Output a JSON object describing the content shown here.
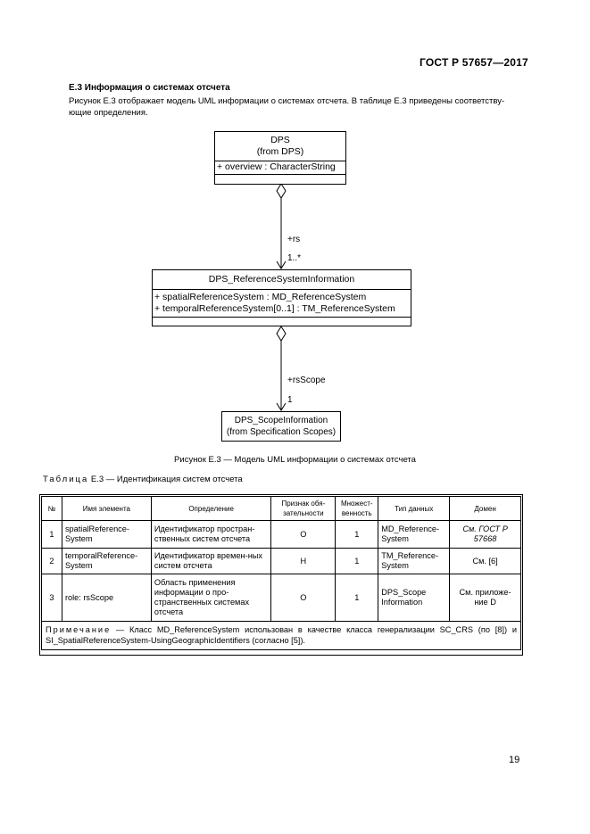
{
  "header": {
    "standard": "ГОСТ Р 57657—2017"
  },
  "section": {
    "heading": "Е.3 Информация о системах отсчета",
    "paragraph_line1": "Рисунок Е.3 отображает модель UML информации о системах отсчета. В таблице Е.3 приведены соответству-",
    "paragraph_line2": "ющие определения."
  },
  "diagram": {
    "dps": {
      "name": "DPS",
      "source": "(from DPS)",
      "attribute": "+ overview : CharacterString"
    },
    "assoc1": {
      "role": "+rs",
      "multiplicity": "1..*"
    },
    "rsi": {
      "name": "DPS_ReferenceSystemInformation",
      "attr1": "+ spatialReferenceSystem : MD_ReferenceSystem",
      "attr2": "+ temporalReferenceSystem[0..1] : TM_ReferenceSystem"
    },
    "assoc2": {
      "role": "+rsScope",
      "multiplicity": "1"
    },
    "scope": {
      "name": "DPS_ScopeInformation",
      "source": "(from Specification Scopes)"
    },
    "caption": "Рисунок Е.3 — Модель UML информации о системах отсчета"
  },
  "table": {
    "label": "Таблица",
    "caption": "Е.3 — Идентификация систем отсчета",
    "headers": [
      "№",
      "Имя элемента",
      "Определение",
      "Признак обя-зательности",
      "Множест-венность",
      "Тип данных",
      "Домен"
    ],
    "rows": [
      {
        "n": "1",
        "name": "spatialReference-System",
        "def": "Идентификатор простран-ственных систем отсчета",
        "obl": "О",
        "mult": "1",
        "type": "MD_Reference-System",
        "domain": "См. ГОСТ Р 57668"
      },
      {
        "n": "2",
        "name": "temporalReference-System",
        "def": "Идентификатор времен-ных систем отсчета",
        "obl": "Н",
        "mult": "1",
        "type": "TM_Reference-System",
        "domain": "См. [6]"
      },
      {
        "n": "3",
        "name": "role: rsScope",
        "def": "Область применения информации о про-странственных системах отсчета",
        "obl": "О",
        "mult": "1",
        "type": "DPS_Scope Information",
        "domain": "См. приложе-ние D"
      }
    ],
    "note_label": "Примечание",
    "note_text": " — Класс MD_ReferenceSystem использован в качестве класса генерализации SC_CRS (по [8]) и SI_SpatialReferenceSystem-UsingGeographicIdentifiers (согласно [5])."
  },
  "footer": {
    "page_number": "19"
  }
}
